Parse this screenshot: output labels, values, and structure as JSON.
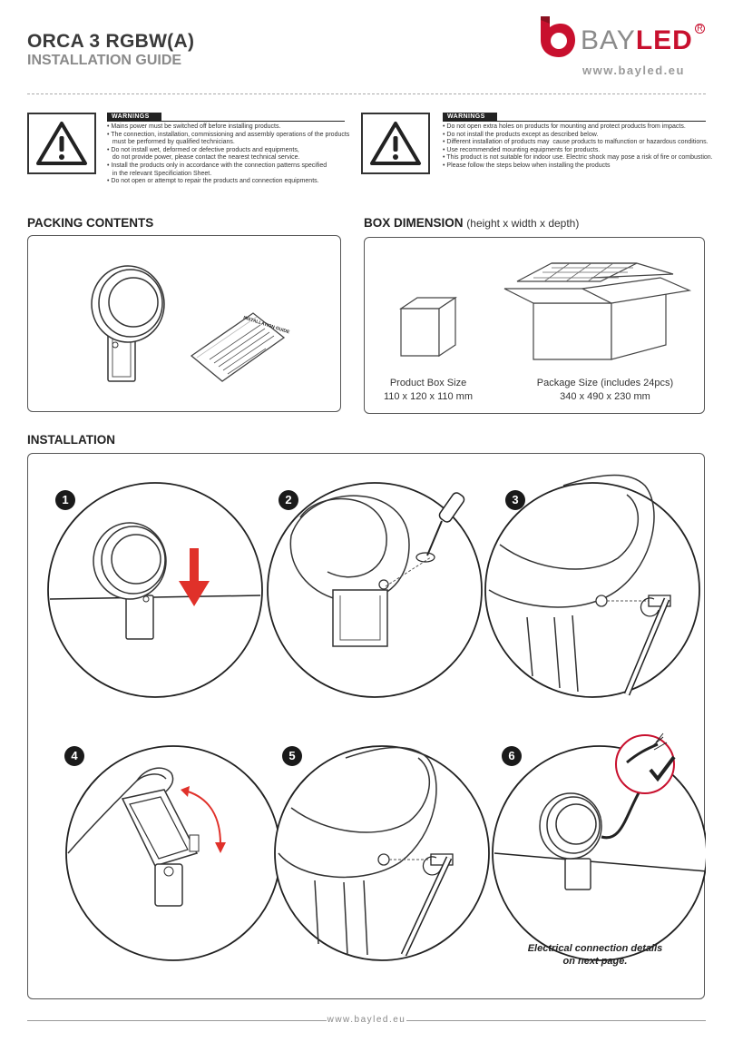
{
  "header": {
    "title": "ORCA 3 RGBW(A)",
    "subtitle": "INSTALLATION GUIDE",
    "brand_prefix": "BAY",
    "brand_suffix": "LED",
    "brand_registered": "R",
    "brand_url": "www.bayled.eu"
  },
  "warnings_left": {
    "heading": "WARNINGS",
    "items": [
      "• Mains power must be switched off before installing products.",
      "• The connection, installation, commissioning and assembly operations of the products",
      "   must be performed by qualified technicians.",
      "• Do not install wet, deformed or defective products and equipments,",
      "   do not provide power, please contact the nearest technical service.",
      "• Install the products only in accordance with the connection patterns specified",
      "   in the relevant Specificiation Sheet.",
      "• Do not open or attempt to repair the products and connection equipments."
    ]
  },
  "warnings_right": {
    "heading": "WARNINGS",
    "items": [
      "• Do not open extra holes on products for mounting and protect products from impacts.",
      "• Do not install the products except as described below.",
      "• Different installation of products may  cause products to malfunction or hazardous conditions.",
      "• Use recommended mounting equipments for products.",
      "• This product is not suitable for indoor use. Electric shock may pose a risk of fire or combustion.",
      "• Please follow the steps below when installing the products"
    ]
  },
  "packing": {
    "heading": "PACKING CONTENTS",
    "doc_label": "INSTALLATION GUIDE"
  },
  "box": {
    "heading": "BOX DIMENSION",
    "heading_note": "(height x width x depth)",
    "product_label": "Product Box Size",
    "product_size": "110 x 120 x 110 mm",
    "package_label": "Package Size (includes 24pcs)",
    "package_size": "340 x 490 x 230 mm"
  },
  "installation": {
    "heading": "INSTALLATION",
    "steps": [
      "1",
      "2",
      "3",
      "4",
      "5",
      "6"
    ],
    "note_line1": "Electrical connection details",
    "note_line2": "on next page."
  },
  "footer": {
    "url": "www.bayled.eu"
  },
  "colors": {
    "brand_red": "#c8102e",
    "arrow_red": "#e0312a",
    "dark": "#222222"
  }
}
